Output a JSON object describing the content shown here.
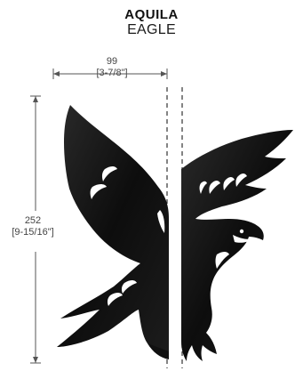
{
  "header": {
    "title": "AQUILA",
    "subtitle": "EAGLE"
  },
  "dimensions": {
    "width_mm": "99",
    "width_in": "[3-7/8\"]",
    "height_mm": "252",
    "height_in": "[9-15/16\"]"
  },
  "colors": {
    "silhouette": "#111111",
    "dimension_line": "#555555",
    "cut_line": "#333333"
  }
}
